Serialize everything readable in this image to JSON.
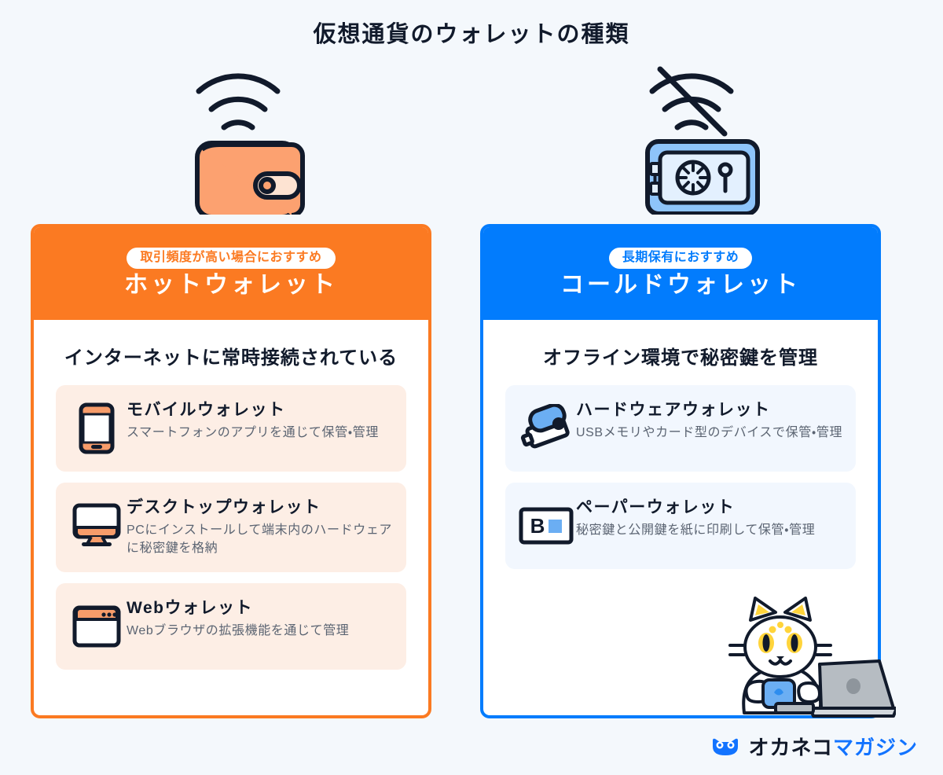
{
  "title": "仮想通貨のウォレットの種類",
  "colors": {
    "page_bg": "#F4F8FC",
    "hot_accent": "#FB7A22",
    "cold_accent": "#027CFD",
    "hot_card_bg": "#FDEEE5",
    "cold_card_bg": "#F2F7FE",
    "heading_text": "#111A2B",
    "body_text": "#5B6472"
  },
  "panels": [
    {
      "id": "hot-wallet",
      "hero_icon": "wallet-with-wifi-icon",
      "badge": "取引頻度が高い場合におすすめ",
      "title": "ホットウォレット",
      "subtitle": "インターネットに常時接続されている",
      "items": [
        {
          "icon": "smartphone-icon",
          "title": "モバイルウォレット",
          "desc": "スマートフォンのアプリを通じて保管・管理"
        },
        {
          "icon": "desktop-monitor-icon",
          "title": "デスクトップウォレット",
          "desc": "PCにインストールして端末内のハードウェアに秘密鍵を格納"
        },
        {
          "icon": "browser-window-icon",
          "title": "Webウォレット",
          "desc": "Webブラウザの拡張機能を通じて管理"
        }
      ]
    },
    {
      "id": "cold-wallet",
      "hero_icon": "safe-with-wifi-off-icon",
      "badge": "長期保有におすすめ",
      "title": "コールドウォレット",
      "subtitle": "オフライン環境で秘密鍵を管理",
      "items": [
        {
          "icon": "usb-drive-icon",
          "title": "ハードウェアウォレット",
          "desc": "USBメモリやカード型のデバイスで保管・管理"
        },
        {
          "icon": "paper-bitcoin-icon",
          "title": "ペーパーウォレット",
          "desc": "秘密鍵と公開鍵を紙に印刷して保管・管理"
        }
      ]
    }
  ],
  "mascot": {
    "icon": "cat-with-laptop-illustration"
  },
  "logo": {
    "icon": "cat-face-logo-icon",
    "name_primary": "オカネコ",
    "name_secondary": "マガジン"
  }
}
